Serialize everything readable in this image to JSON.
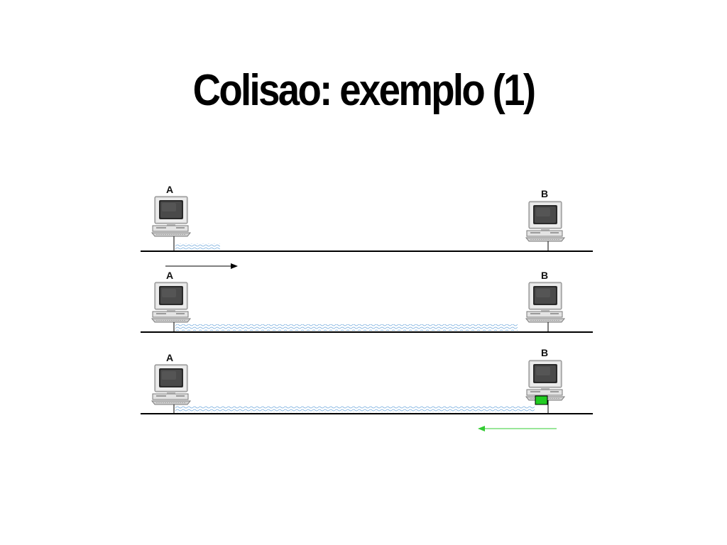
{
  "slide": {
    "title": "Colisao: exemplo (1)"
  },
  "stations": {
    "a_label": "A",
    "b_label": "B"
  },
  "colors": {
    "bus": "#000000",
    "signal": "#6fa8dc",
    "collision_block": "#22cc22",
    "arrow_forward": "#000000",
    "arrow_backward": "#33cc33"
  },
  "icons": [
    "computer-icon",
    "arrow-right-icon",
    "arrow-left-icon"
  ]
}
